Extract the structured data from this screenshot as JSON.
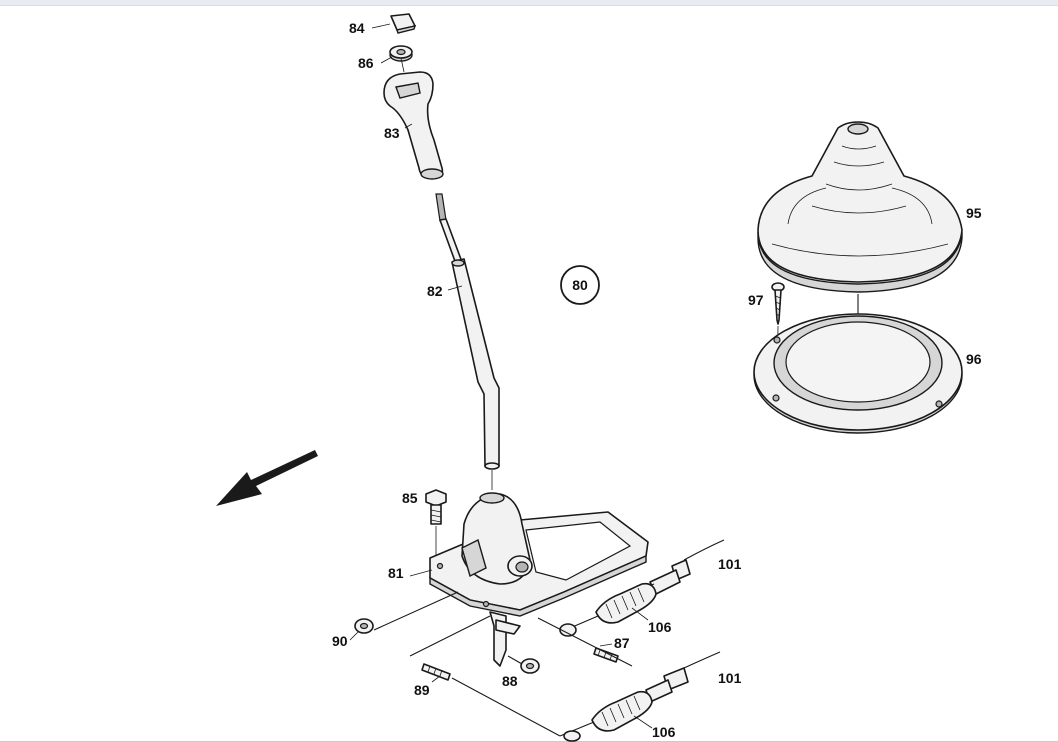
{
  "diagram": {
    "assembly_label": "80",
    "labels": {
      "p84": "84",
      "p86": "86",
      "p83": "83",
      "p82": "82",
      "p95": "95",
      "p97": "97",
      "p96": "96",
      "p85": "85",
      "p81": "81",
      "p101a": "101",
      "p106a": "106",
      "p87": "87",
      "p90": "90",
      "p88": "88",
      "p89": "89",
      "p101b": "101",
      "p106b": "106"
    }
  }
}
